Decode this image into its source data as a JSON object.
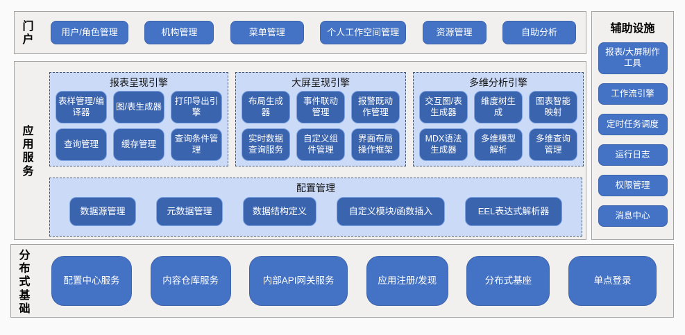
{
  "portal": {
    "label": "门户",
    "items": [
      "用户/角色管理",
      "机构管理",
      "菜单管理",
      "个人工作空间管理",
      "资源管理",
      "自助分析"
    ]
  },
  "app": {
    "label": "应用服务",
    "groups": [
      {
        "title": "报表呈现引擎",
        "items": [
          "表样管理/编译器",
          "图/表生成器",
          "打印导出引擎",
          "查询管理",
          "缓存管理",
          "查询条件管理"
        ]
      },
      {
        "title": "大屏呈现引擎",
        "items": [
          "布局生成器",
          "事件联动管理",
          "报警既动作管理",
          "实时数据查询服务",
          "自定义组件管理",
          "界面布局操作框架"
        ]
      },
      {
        "title": "多维分析引擎",
        "items": [
          "交互图/表生成器",
          "维度树生成",
          "图表智能映射",
          "MDX语法生成器",
          "多维模型解析",
          "多维查询管理"
        ]
      }
    ],
    "config": {
      "title": "配置管理",
      "items": [
        "数据源管理",
        "元数据管理",
        "数据结构定义",
        "自定义模块/函数插入",
        "EEL表达式解析器"
      ]
    }
  },
  "dist": {
    "label": "分布式基础",
    "items": [
      "配置中心服务",
      "内容仓库服务",
      "内部API网关服务",
      "应用注册/发现",
      "分布式基座",
      "单点登录"
    ]
  },
  "aux": {
    "title": "辅助设施",
    "items": [
      "报表/大屏制作工具",
      "工作流引擎",
      "定时任务调度",
      "运行日志",
      "权限管理",
      "消息中心"
    ]
  },
  "colors": {
    "button_fill": "#4472c4",
    "inner_button_fill": "#3b64af",
    "inner_button_border": "#7ea4e2",
    "group_bg": "#cbdaf6",
    "group_dash_border": "#44546a",
    "section_bg": "#f1f0ee",
    "section_border": "#a3a3a3",
    "text_on_button": "#ffffff"
  }
}
